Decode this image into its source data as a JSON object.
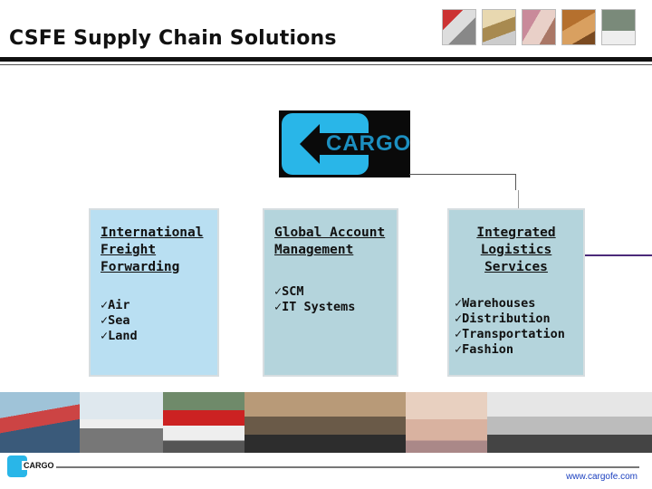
{
  "slide": {
    "title": "CSFE Supply Chain Solutions",
    "url": "www.cargofe.com"
  },
  "logo": {
    "word": "CARGO",
    "mini_word": "CARGO",
    "brand_color": "#29b6e8"
  },
  "boxes": [
    {
      "heading": "International Freight Forwarding",
      "items": [
        "✓Air",
        "✓Sea",
        "✓Land"
      ]
    },
    {
      "heading": "Global Account Management",
      "items": [
        "✓SCM",
        "✓IT Systems"
      ]
    },
    {
      "heading": "Integrated Logistics Services",
      "items": [
        "✓Warehouses",
        "✓Distribution",
        "✓Transportation",
        "✓Fashion"
      ]
    }
  ],
  "colors": {
    "box_fill": "#b4d4dc",
    "box_fill_first": "#b9dff2",
    "url_color": "#1a3fbf",
    "connector_accent": "#4b2a7a"
  },
  "icons": {
    "logo": "cargo-logo-icon",
    "thumbnails": "photo-thumbnail",
    "strip": "photo-strip-image"
  }
}
